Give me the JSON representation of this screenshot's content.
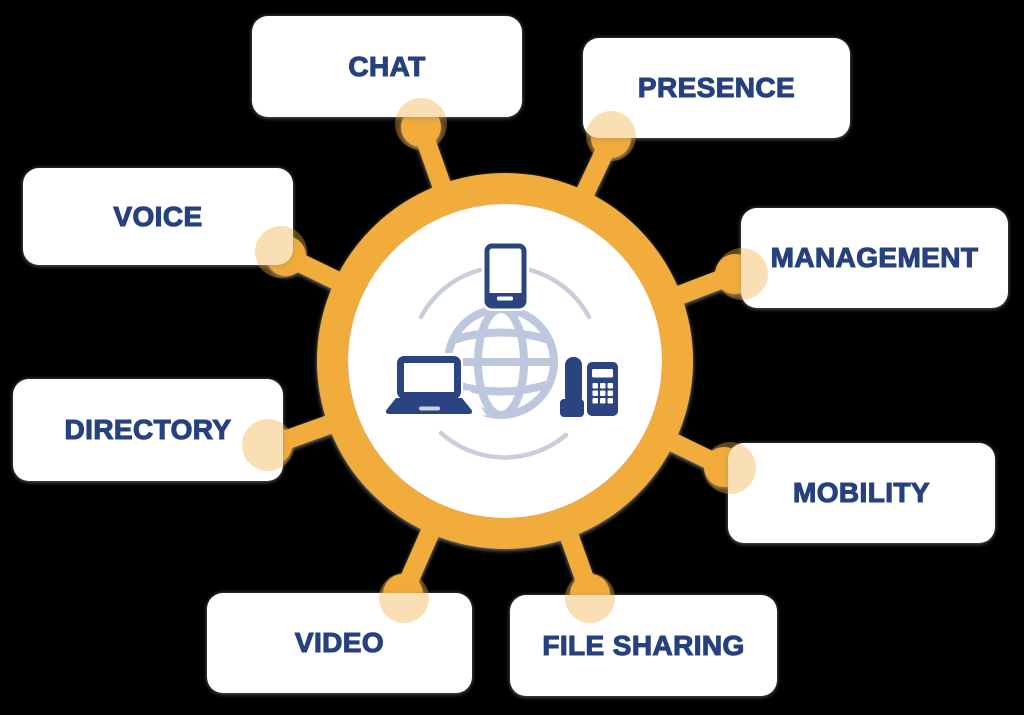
{
  "nodes": [
    {
      "id": "chat",
      "label": "CHAT"
    },
    {
      "id": "presence",
      "label": "PRESENCE"
    },
    {
      "id": "voice",
      "label": "VOICE"
    },
    {
      "id": "management",
      "label": "MANAGEMENT"
    },
    {
      "id": "directory",
      "label": "DIRECTORY"
    },
    {
      "id": "mobility",
      "label": "MOBILITY"
    },
    {
      "id": "video",
      "label": "VIDEO"
    },
    {
      "id": "file_sharing",
      "label": "FILE SHARING"
    }
  ],
  "hub": {
    "icons": [
      "smartphone-icon",
      "globe-icon",
      "laptop-icon",
      "desk-phone-icon"
    ]
  },
  "colors": {
    "ring_orange": "#F2AC3B",
    "halo_cream_over_white": "#F7E2B5",
    "label_navy": "#27417F",
    "icon_navy": "#2B4381",
    "globe_blue": "#BDC7DD",
    "arc_gray": "#C8CEDA",
    "box_white": "#FFFFFF",
    "background": "#000000"
  }
}
